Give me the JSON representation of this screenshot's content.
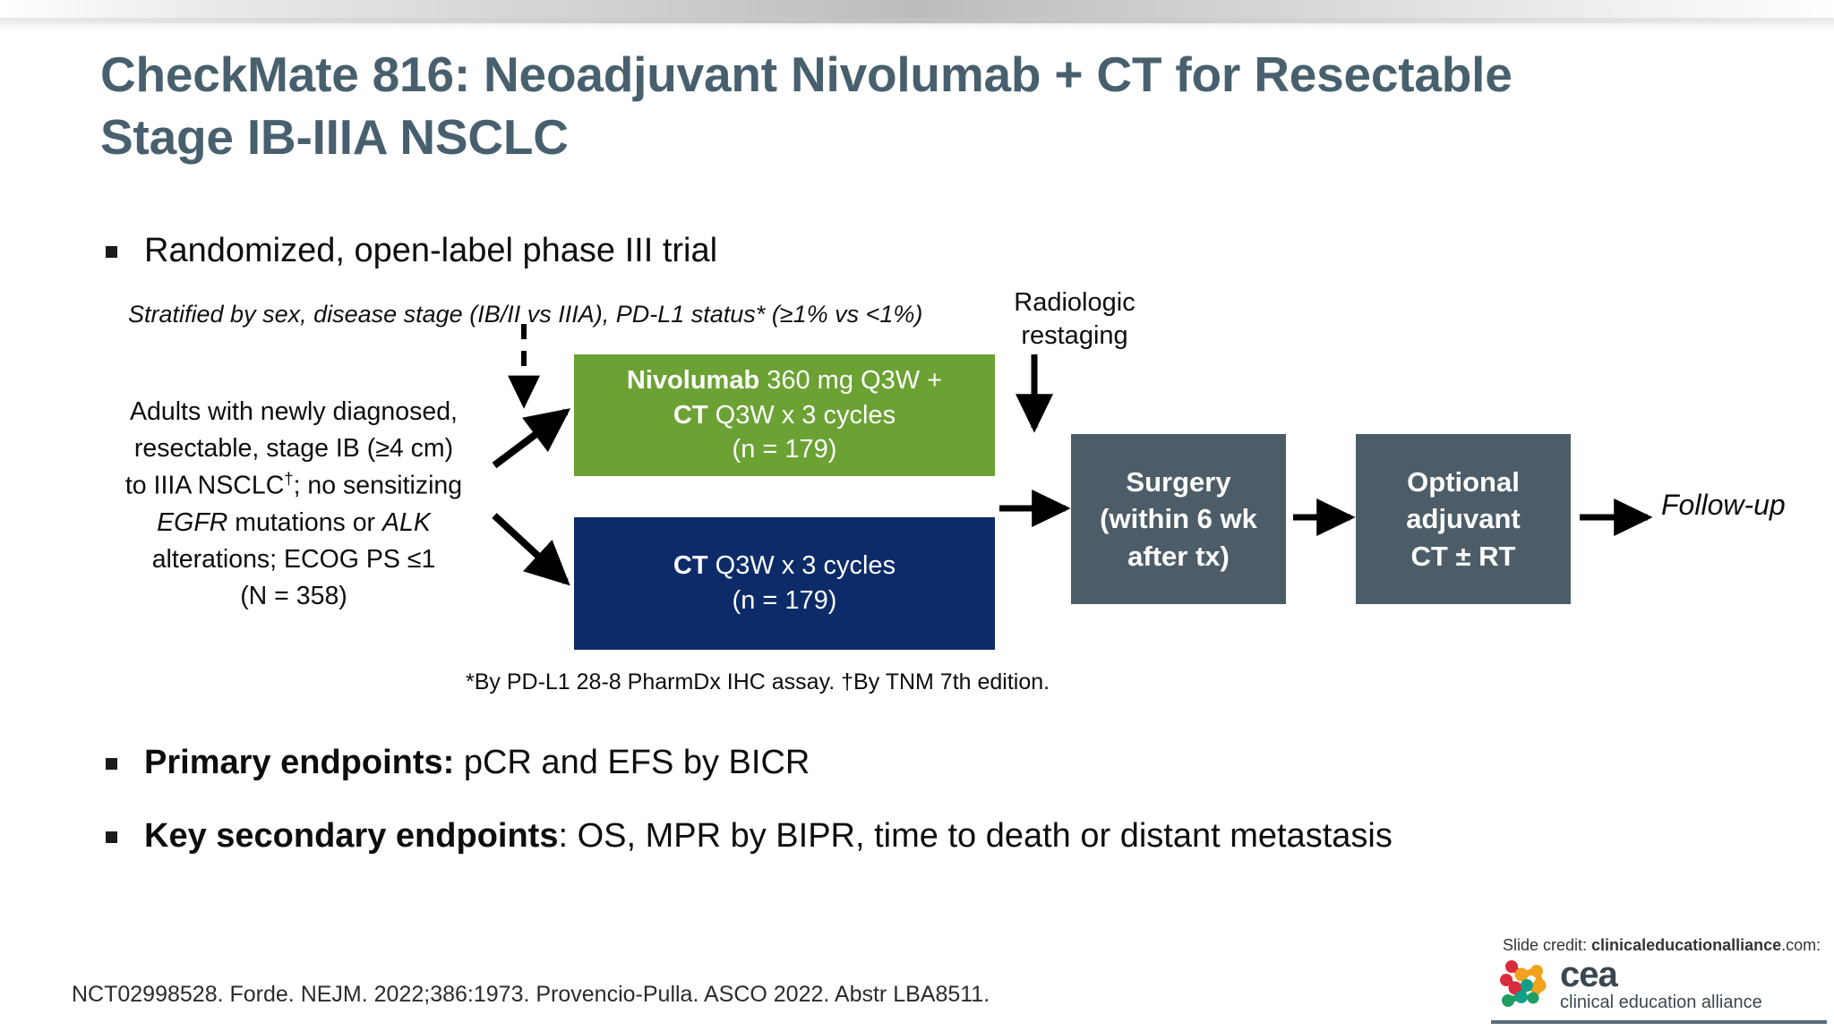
{
  "slide": {
    "title": "CheckMate 816: Neoadjuvant Nivolumab + CT for Resectable Stage IB-IIIA NSCLC",
    "design_bullet": "Randomized, open-label phase III trial",
    "stratification": "Stratified by sex, disease stage (IB/II vs IIIA), PD-L1 status* (≥1% vs <1%)"
  },
  "eligibility": {
    "line1": "Adults with newly diagnosed,",
    "line2": "resectable, stage IB (≥4 cm)",
    "line3_a": "to IIIA NSCLC",
    "line3_dagger": "†",
    "line3_b": "; no sensitizing",
    "line4_gene1": "EGFR",
    "line4_mid": " mutations or ",
    "line4_gene2": "ALK",
    "line5": "alterations; ECOG PS ≤1",
    "line6": "(N = 358)"
  },
  "arms": {
    "experimental": {
      "drug": "Nivolumab",
      "dose": " 360 mg Q3W +",
      "ct_label": "CT",
      "ct_schedule": " Q3W x 3 cycles",
      "n": "(n = 179)"
    },
    "control": {
      "ct_label": "CT",
      "ct_schedule": " Q3W x 3 cycles",
      "n": "(n = 179)"
    }
  },
  "restaging_label": {
    "line1": "Radiologic",
    "line2": "restaging"
  },
  "stages": {
    "surgery": {
      "line1": "Surgery",
      "line2": "(within 6 wk",
      "line3": "after tx)"
    },
    "adjuvant": {
      "line1": "Optional",
      "line2": "adjuvant",
      "line3": "CT ± RT"
    },
    "followup": "Follow-up"
  },
  "footnotes": {
    "diagram": "*By PD-L1 28-8 PharmDx IHC assay. †By TNM 7th edition."
  },
  "endpoints": {
    "primary_label": "Primary endpoints:",
    "primary_value": " pCR and EFS by BICR",
    "secondary_label": "Key secondary endpoints",
    "secondary_value": ": OS, MPR by BIPR, time to death or distant metastasis"
  },
  "citation": "NCT02998528. Forde. NEJM. 2022;386:1973. Provencio-Pulla. ASCO 2022. Abstr LBA8511.",
  "credit": {
    "prefix": "Slide credit: ",
    "domain": "clinicaleducationalliance",
    "suffix": ".com:",
    "logo_name": "cea",
    "logo_tagline": "clinical education alliance"
  },
  "colors": {
    "title": "#48606E",
    "experimental_arm": "#6BA233",
    "control_arm": "#0C2B68",
    "stage_box": "#4C5D68",
    "logo_red": "#D92B3C",
    "logo_orange": "#F2A21C",
    "logo_teal": "#12A08A",
    "logo_green": "#1F9E63"
  }
}
